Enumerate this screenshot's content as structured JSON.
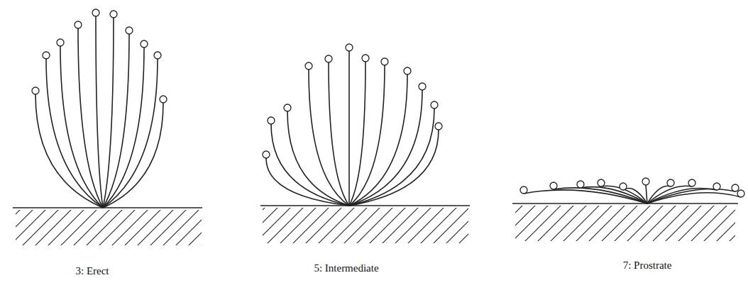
{
  "diagram": {
    "labels": [
      "3: Erect",
      "5: Intermediate",
      "7: Prostrate"
    ]
  }
}
